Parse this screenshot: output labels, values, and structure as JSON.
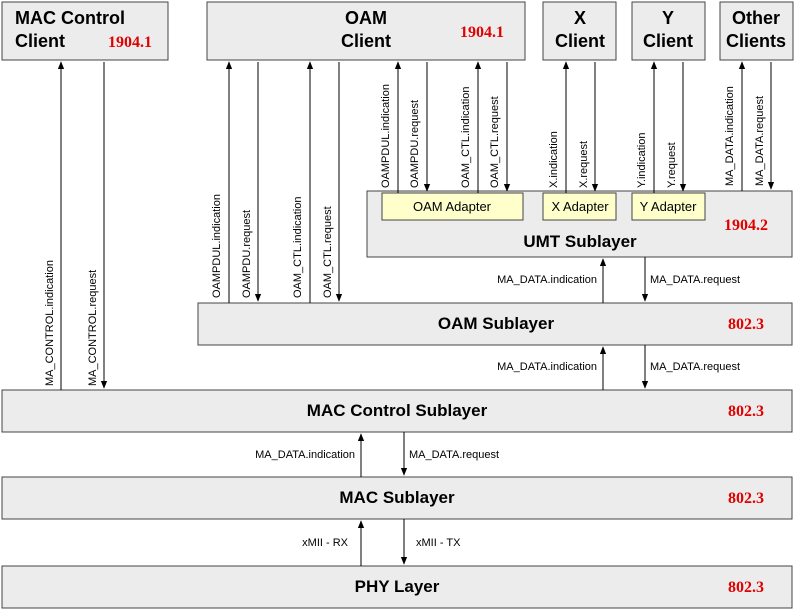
{
  "clients": {
    "mac_control": {
      "line1": "MAC Control",
      "line2": "Client",
      "std": "1904.1"
    },
    "oam": {
      "line1": "OAM",
      "line2": "Client",
      "std": "1904.1"
    },
    "x": {
      "line1": "X",
      "line2": "Client"
    },
    "y": {
      "line1": "Y",
      "line2": "Client"
    },
    "other": {
      "line1": "Other",
      "line2": "Clients"
    }
  },
  "adapters": {
    "oam": "OAM Adapter",
    "x": "X Adapter",
    "y": "Y Adapter"
  },
  "layers": {
    "umt": {
      "label": "UMT Sublayer",
      "std": "1904.2"
    },
    "oam": {
      "label": "OAM Sublayer",
      "std": "802.3"
    },
    "mac_control": {
      "label": "MAC Control Sublayer",
      "std": "802.3"
    },
    "mac": {
      "label": "MAC Sublayer",
      "std": "802.3"
    },
    "phy": {
      "label": "PHY Layer",
      "std": "802.3"
    }
  },
  "signals": {
    "ma_control_indication": "MA_CONTROL.indication",
    "ma_control_request": "MA_CONTROL.request",
    "oampdu_indication": "OAMPDUL.indication",
    "oampdu_request": "OAMPDU.request",
    "oam_ctl_indication": "OAM_CTL.indication",
    "oam_ctl_request": "OAM_CTL.request",
    "x_indication": "X.indication",
    "x_request": "X.request",
    "y_indication": "Y.indication",
    "y_request": "Y.request",
    "ma_data_indication": "MA_DATA.indication",
    "ma_data_request": "MA_DATA.request",
    "xmii_rx": "xMII - RX",
    "xmii_tx": "xMII - TX"
  },
  "colors": {
    "box_fill": "#ececec",
    "adapter_fill": "#ffffcc",
    "standard_red": "#e00000"
  }
}
